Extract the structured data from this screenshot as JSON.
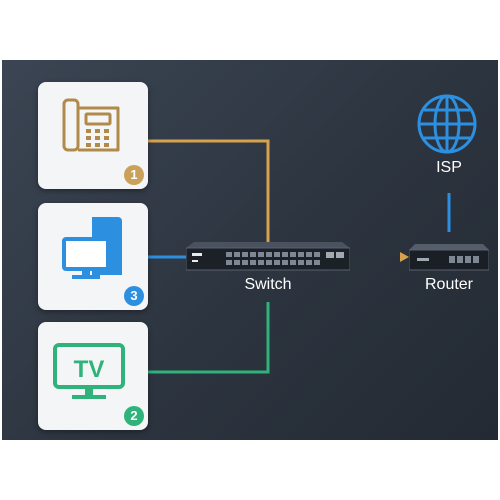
{
  "devices": [
    {
      "name": "Phone",
      "badge": "1",
      "color": "#c9a15a"
    },
    {
      "name": "Computer",
      "badge": "3",
      "color": "#2d8fe0"
    },
    {
      "name": "TV",
      "badge": "2",
      "color": "#2fb37a",
      "screen_text": "TV"
    }
  ],
  "labels": {
    "switch": "Switch",
    "router": "Router",
    "isp": "ISP"
  },
  "colors": {
    "panel": "#2f3742",
    "phone_link": "#d6a24e",
    "computer_link": "#2d8fe0",
    "tv_link": "#2fb37a",
    "uplink": "#2d8fe0",
    "isp_link": "#2d8fe0",
    "globe": "#2d8fe0"
  },
  "icons": [
    "phone-icon",
    "computer-icon",
    "tv-icon",
    "switch-icon",
    "router-icon",
    "globe-icon"
  ]
}
